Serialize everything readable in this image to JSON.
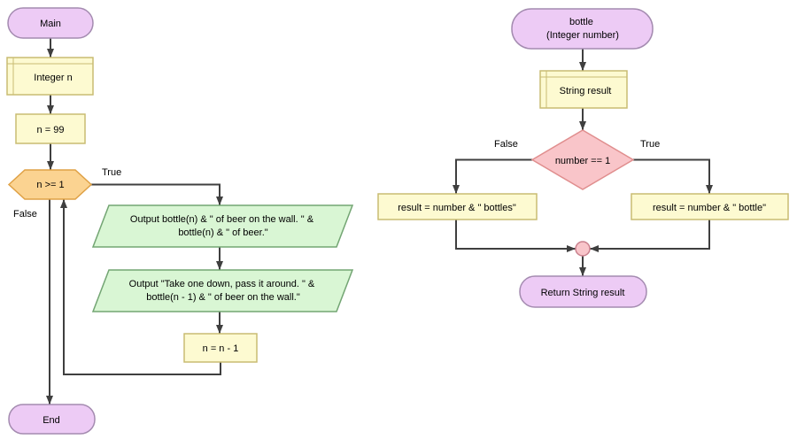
{
  "colors": {
    "terminal_fill": "#EDCBF5",
    "terminal_stroke": "#A48BB0",
    "declare_fill": "#FDFAD1",
    "declare_stroke": "#C9BC72",
    "assign_fill": "#FDFAD1",
    "assign_stroke": "#C9BC72",
    "loop_fill": "#FBD391",
    "loop_stroke": "#DFA145",
    "output_fill": "#D9F6D4",
    "output_stroke": "#73A573",
    "decision_fill": "#F9C5C9",
    "decision_stroke": "#E08E8E",
    "merge_fill": "#F8C5CA",
    "merge_stroke": "#C9808D",
    "edge": "#3F3F3F",
    "text": "#000000"
  },
  "main_flow": {
    "start_label": "Main",
    "declare_label": "Integer n",
    "init_label": "n = 99",
    "loop_condition": "n >= 1",
    "true_label": "True",
    "false_label": "False",
    "output1_line1": "Output bottle(n) & \" of beer on the wall. \" &",
    "output1_line2": "bottle(n) & \" of beer.\"",
    "output2_line1": "Output \"Take one down, pass it around. \" &",
    "output2_line2": "bottle(n - 1) & \" of beer on the wall.\"",
    "decrement_label": "n = n - 1",
    "end_label": "End"
  },
  "bottle_flow": {
    "start_line1": "bottle",
    "start_line2": "(Integer number)",
    "declare_label": "String result",
    "condition": "number == 1",
    "true_label": "True",
    "false_label": "False",
    "false_assign": "result = number & \" bottles\"",
    "true_assign": "result = number & \" bottle\"",
    "return_label": "Return String result"
  }
}
